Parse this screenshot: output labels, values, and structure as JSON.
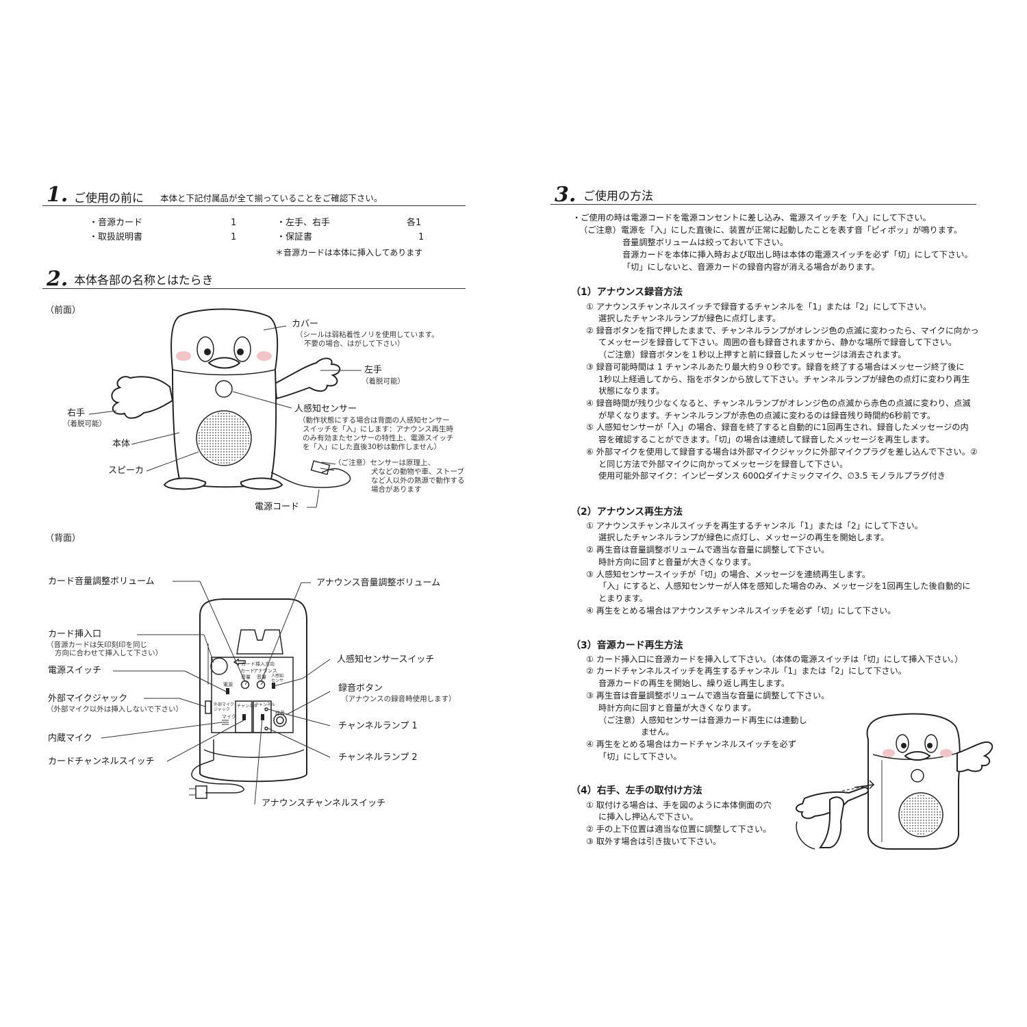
{
  "s1": {
    "num": "1.",
    "title": "ご使用の前に",
    "note": "本体と下記付属品が全て揃っていることをご確認下さい。",
    "items": [
      {
        "name": "・音源カード",
        "qty": "1"
      },
      {
        "name": "・取扱説明書",
        "qty": "1"
      },
      {
        "name": "・左手、右手",
        "qty": "各1"
      },
      {
        "name": "・保証書",
        "qty": "1"
      }
    ],
    "footnote": "＊音源カードは本体に挿入してあります"
  },
  "s2": {
    "num": "2.",
    "title": "本体各部の名称とはたらき",
    "front_heading": "（前面）",
    "front": {
      "cover": "カバー",
      "cover_note1": "（シールは弱粘着性ノリを使用しています。",
      "cover_note2": "不要の場合、はがして下さい）",
      "left_hand": "左手",
      "left_hand_note": "（着脱可能）",
      "right_hand": "右手",
      "right_hand_note": "（着脱可能）",
      "sensor": "人感知センサー",
      "sensor_note": [
        "（動作状態にする場合は背面の人感知センサー",
        "スイッチを「入」にします：アナウンス再生時",
        "のみ有効またセンサーの特性上、電源スイッチ",
        "を「入」にした直後30秒は動作しません）"
      ],
      "body": "本体",
      "speaker": "スピーカ",
      "caution": [
        "（ご注意）センサーは原理上、",
        "犬などの動物や車、ストーブ",
        "など人以外の熱源で動作する",
        "場合があります"
      ],
      "power_cord": "電源コード"
    },
    "back_heading": "（背面）",
    "back": {
      "card_volume": "カード音量調整ボリューム",
      "announce_volume": "アナウンス音量調整ボリューム",
      "card_slot": "カード挿入口",
      "card_slot_note1": "（音源カードは矢印刻印を同じ",
      "card_slot_note2": "方向に合わせて挿入して下さい）",
      "power_switch": "電源スイッチ",
      "sensor_switch": "人感知センサースイッチ",
      "ext_mic_jack": "外部マイクジャック",
      "ext_mic_note": "（外部マイク以外は挿入しないで下さい）",
      "rec_button": "録音ボタン",
      "rec_button_note": "（アナウンスの録音時使用します）",
      "channel_lamp1": "チャンネルランプ 1",
      "internal_mic": "内蔵マイク",
      "card_channel_switch": "カードチャンネルスイッチ",
      "channel_lamp2": "チャンネルランプ 2",
      "announce_channel_switch": "アナウンスチャンネルスイッチ",
      "panel": {
        "arrow": "カード挿入方向",
        "card": "カード",
        "announce": "アナウンス",
        "vol1": "音量",
        "vol2": "音量",
        "sensor": "人感知センサー",
        "power": "電源",
        "channel1": "チャンネル",
        "channel2": "チャンネル",
        "jack": "外部マイクジャック",
        "mic": "マイク",
        "rec": "録音"
      }
    }
  },
  "s3": {
    "num": "3.",
    "title": "ご使用の方法",
    "intro": [
      "・ご使用の時は電源コードを電源コンセントに差し込み、電源スイッチを「入」にして下さい。",
      "（ご注意）電源を「入」にした直後に、装置が正常に起動したことを表す音「ピィポッ」が鳴ります。",
      "音量調整ボリュームは絞っておいて下さい。",
      "音源カードを本体に挿入時および取出し時は本体の電源スイッチを必ず「切」にして下さい。",
      "「切」にしないと、音源カードの録音内容が消える場合があります。"
    ],
    "sub1": {
      "title": "（1）アナウンス録音方法",
      "lines": [
        "① アナウンスチャンネルスイッチで録音するチャンネルを「1」または「2」にして下さい。",
        "選択したチャンネルランプが緑色に点灯します。",
        "② 録音ボタンを指で押したままで、チャンネルランプがオレンジ色の点滅に変わったら、マイクに向かっ",
        "てメッセージを録音して下さい。周囲の音も録音されますから、静かな場所で録音して下さい。",
        "（ご注意）録音ボタンを１秒以上押すと前に録音したメッセージは消去されます。",
        "③ 録音可能時間は 1 チャンネルあたり最大約９０秒です。録音を終了する場合はメッセージ終了後に",
        "1秒以上経過してから、指をボタンから放して下さい。チャンネルランプが緑色の点灯に変わり再生",
        "状態になります。",
        "④ 録音時間が残り少なくなると、チャンネルランプがオレンジ色の点滅から赤色の点滅に変わり、点滅",
        "が早くなります。チャンネルランプが赤色の点滅に変わるのは録音残り時間約6秒前です。",
        "⑤ 人感知センサーが「入」の場合、録音を終了すると自動的に1回再生され、録音したメッセージの内",
        "容を確認することができます。「切」の場合は連続して録音したメッセージを再生します。",
        "⑥ 外部マイクを使用して録音する場合は外部マイクジャックに外部マイクプラグを差し込んで下さい。②",
        "と同じ方法で外部マイクに向かってメッセージを録音して下さい。",
        "使用可能外部マイク：インピーダンス 600Ωダイナミックマイク、∅3.5 モノラルプラグ付き"
      ]
    },
    "sub2": {
      "title": "（2）アナウンス再生方法",
      "lines": [
        "① アナウンスチャンネルスイッチを再生するチャンネル「1」または「2」にして下さい。",
        "選択したチャンネルランプが緑色に点灯し、メッセージの再生を開始します。",
        "② 再生音は音量調整ボリュームで適当な音量に調整して下さい。",
        "時計方向に回すと音量が大きくなります。",
        "③ 人感知センサースイッチが「切」の場合、メッセージを連続再生します。",
        "「入」にすると、人感知センサーが人体を感知した場合のみ、メッセージを1回再生した後自動的に",
        "とまります。",
        "④ 再生をとめる場合はアナウンスチャンネルスイッチを必ず「切」にして下さい。"
      ]
    },
    "sub3": {
      "title": "（3）音源カード再生方法",
      "lines": [
        "① カード挿入口に音源カードを挿入して下さい。（本体の電源スイッチは「切」にして挿入下さい。）",
        "② カードチャンネルスイッチを再生するチャンネル「1」または「2」にして下さい。",
        "音源カードの再生を開始し、繰り返し再生します。",
        "③ 再生音は音量調整ボリュームで適当な音量に調整して下さい。",
        "時計方向に回すと音量が大きくなります。",
        "（ご注意）人感知センサーは音源カード再生には連動し",
        "ません。",
        "④ 再生をとめる場合はカードチャンネルスイッチを必ず",
        "「切」にして下さい。"
      ]
    },
    "sub4": {
      "title": "（4）右手、左手の取付け方法",
      "lines": [
        "① 取付ける場合は、手を図のように本体側面の穴",
        "に挿入し押込んで下さい。",
        "② 手の上下位置は適当な位置に調整して下さい。",
        "③ 取外す場合は引き抜いて下さい。"
      ]
    }
  }
}
